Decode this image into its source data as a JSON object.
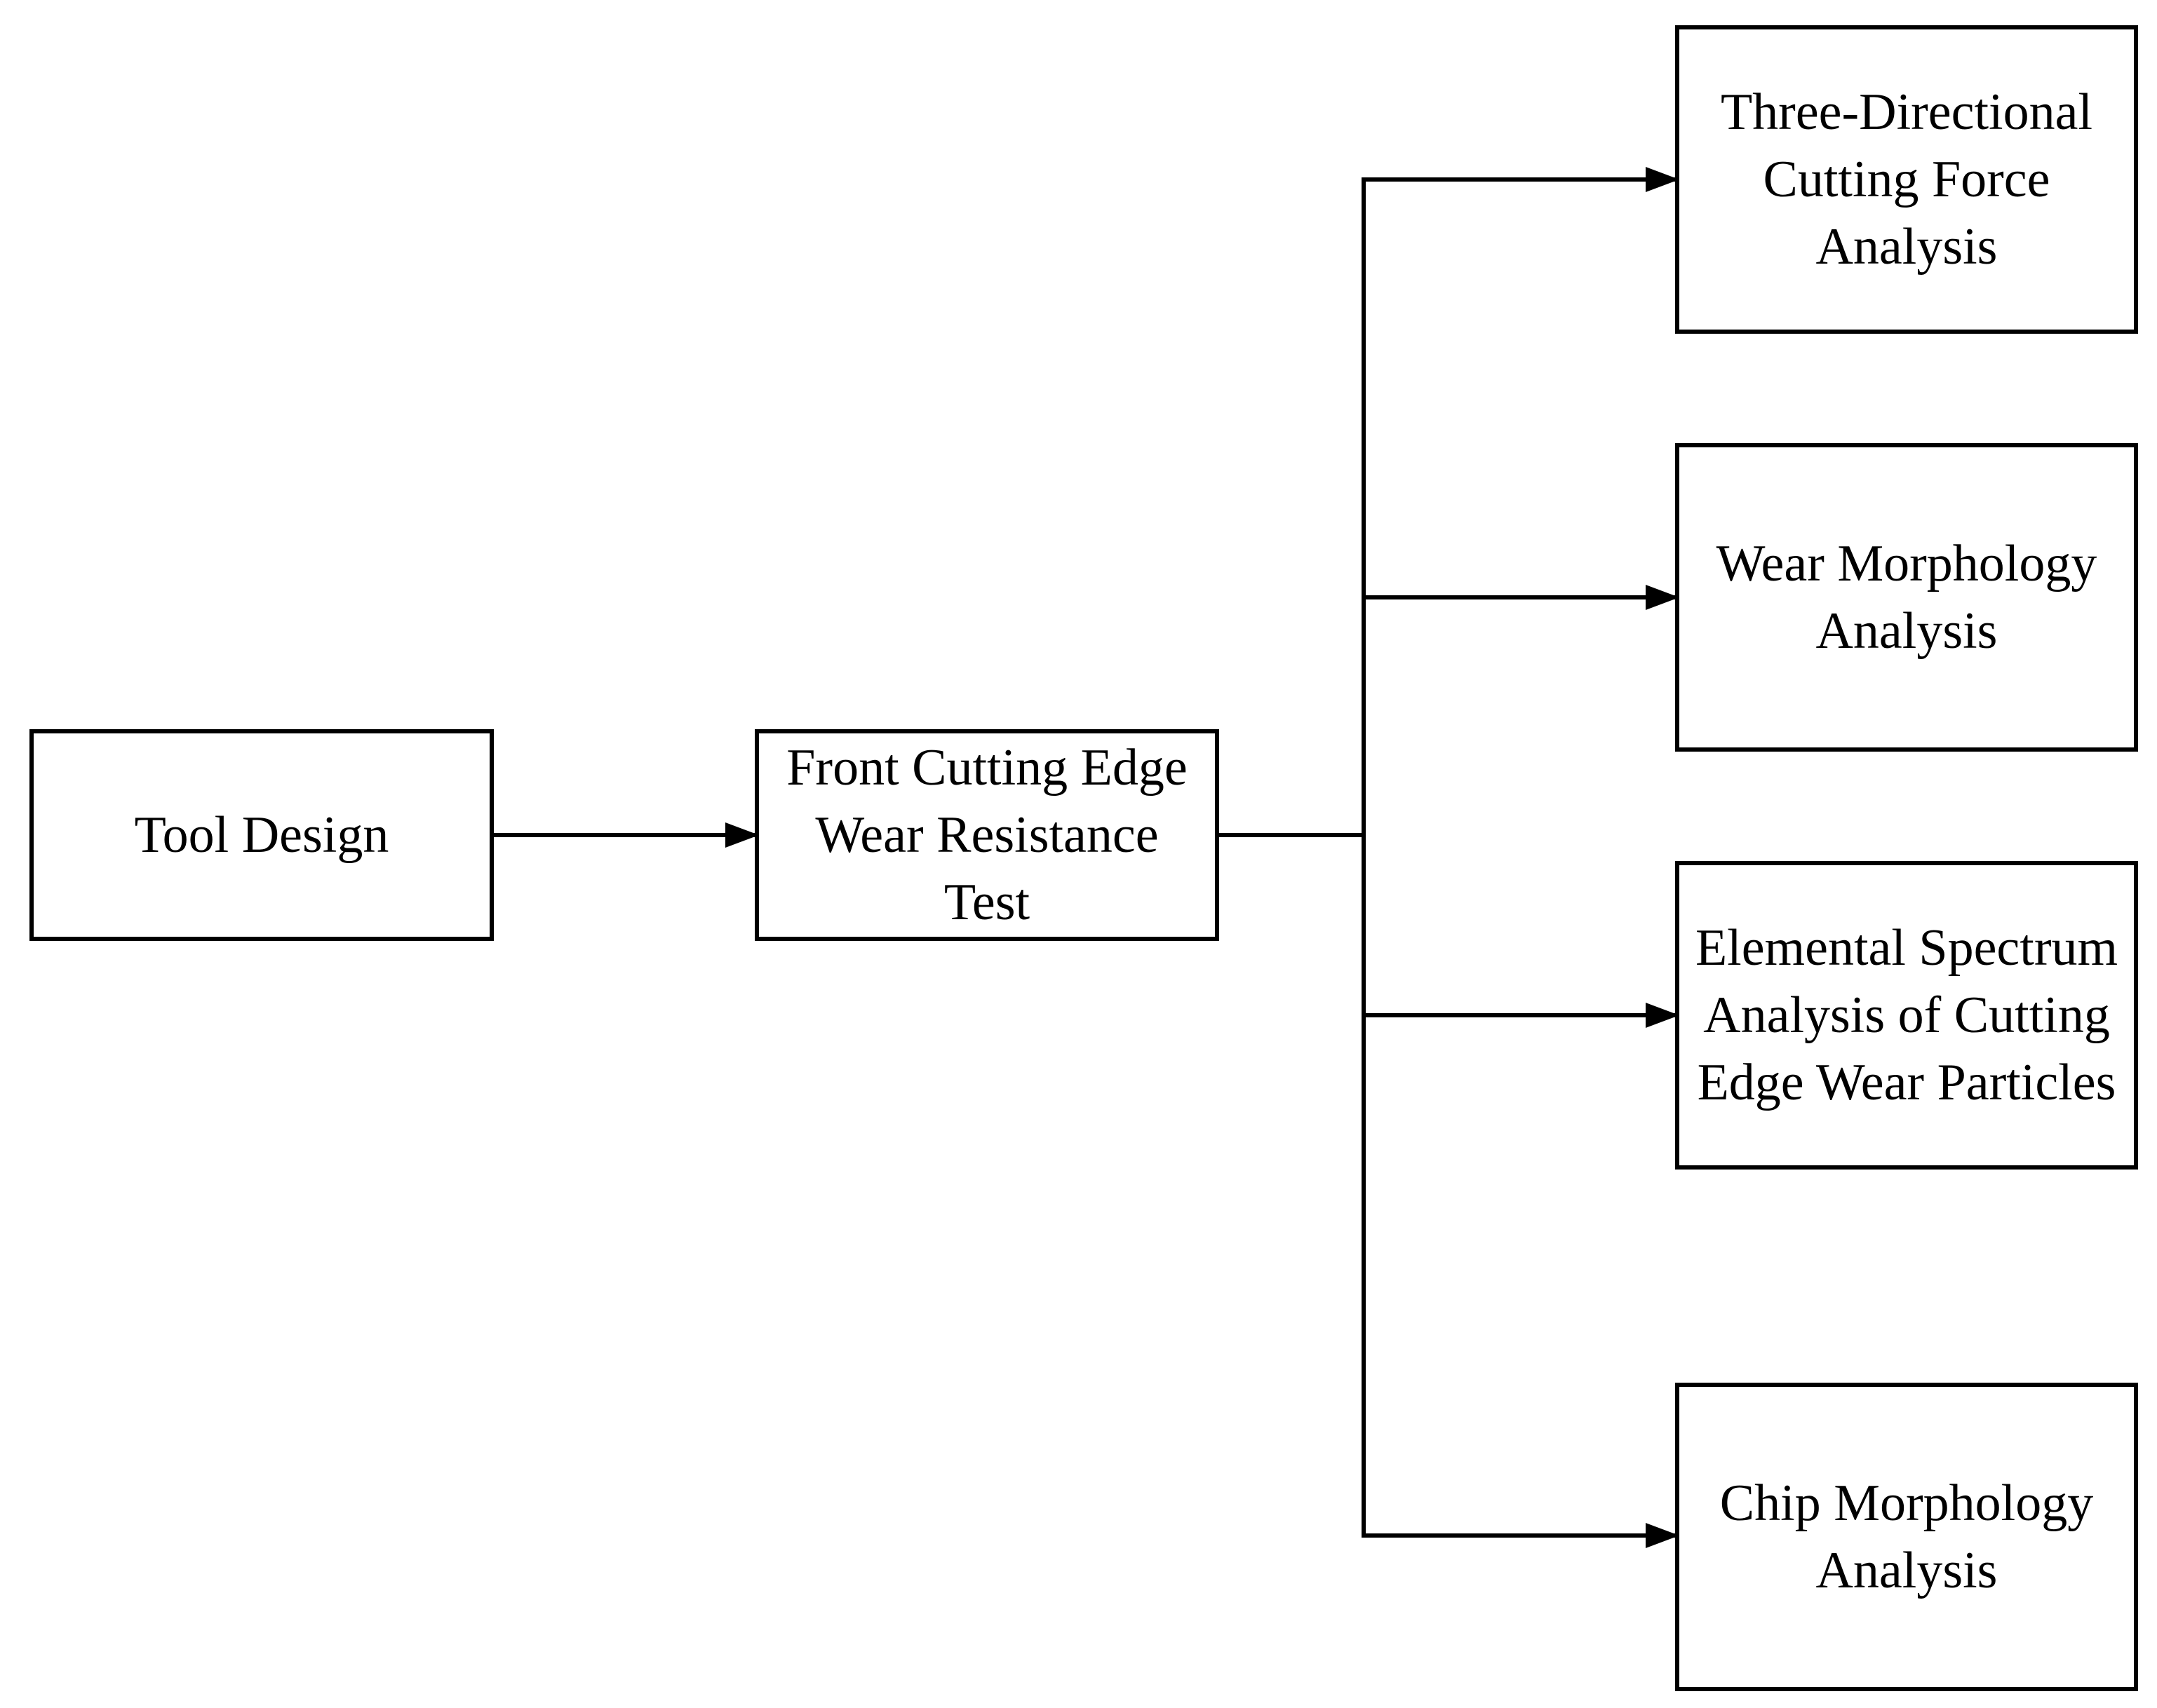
{
  "diagram": {
    "nodes": {
      "tool_design": "Tool Design",
      "wear_test": "Front Cutting Edge\nWear Resistance\nTest",
      "cutting_force": "Three-Directional\nCutting Force\nAnalysis",
      "wear_morphology": "Wear Morphology\nAnalysis",
      "elemental_spectrum": "Elemental Spectrum\nAnalysis of Cutting\nEdge Wear Particles",
      "chip_morphology": "Chip Morphology\nAnalysis"
    },
    "edges": [
      [
        "tool_design",
        "wear_test"
      ],
      [
        "wear_test",
        "cutting_force"
      ],
      [
        "wear_test",
        "wear_morphology"
      ],
      [
        "wear_test",
        "elemental_spectrum"
      ],
      [
        "wear_test",
        "chip_morphology"
      ]
    ],
    "colors": {
      "stroke": "#000000",
      "background": "#ffffff"
    }
  }
}
